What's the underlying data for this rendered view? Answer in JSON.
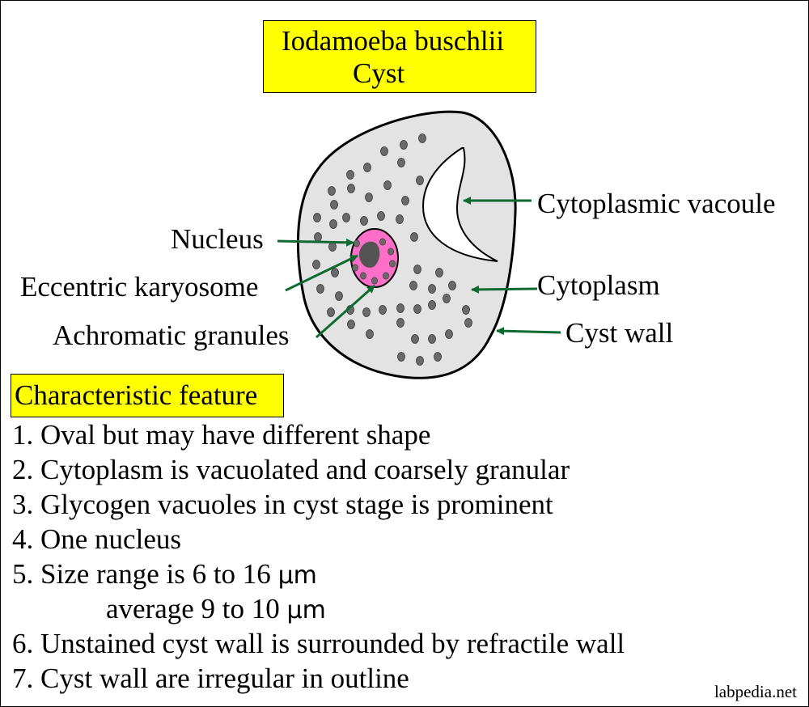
{
  "title": {
    "line1": "Iodamoeba buschlii",
    "line2": "Cyst"
  },
  "labels": {
    "vacuole": "Cytoplasmic vacoule",
    "nucleus": "Nucleus",
    "cytoplasm": "Cytoplasm",
    "karyosome": "Eccentric karyosome",
    "cyst_wall": "Cyst wall",
    "granules": "Achromatic granules"
  },
  "colors": {
    "cytoplasm_fill": "#e3e3e3",
    "nucleus_fill": "#ff6ec7",
    "karyosome_fill": "#545454",
    "granule_fill": "#6a6a6a",
    "arrow": "#0d6a30",
    "highlight": "#ffff00"
  },
  "features": {
    "heading": "Characteristic feature",
    "items": [
      {
        "text": "1. Oval but may have different shape"
      },
      {
        "text": "2. Cytoplasm is vacuolated and coarsely granular"
      },
      {
        "text": "3. Glycogen vacuoles in cyst stage is prominent"
      },
      {
        "text": "4. One nucleus"
      },
      {
        "text": "5. Size range is 6 to 16 ",
        "unit": "µm"
      },
      {
        "text": "average 9 to 10 ",
        "unit": "µm",
        "indent": true
      },
      {
        "text": "6. Unstained cyst wall is surrounded by refractile wall"
      },
      {
        "text": "7. Cyst wall are irregular in outline"
      }
    ]
  },
  "source": "labpedia.net"
}
